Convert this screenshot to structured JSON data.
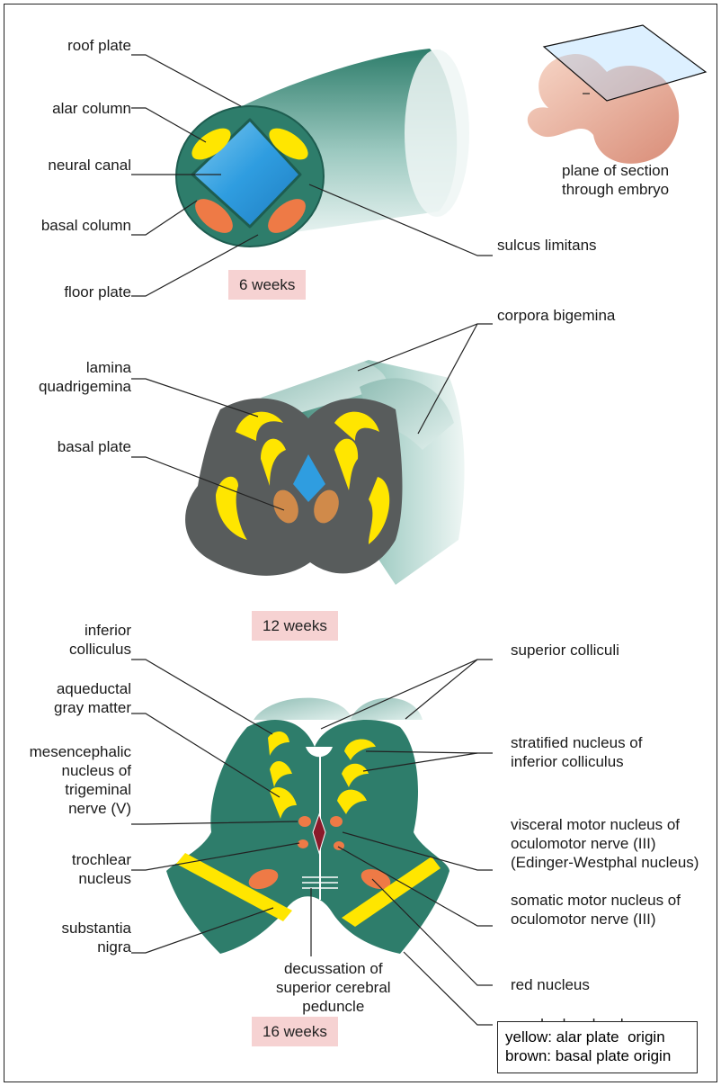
{
  "figure": {
    "stage1": {
      "stage_label": "6 weeks",
      "labels": {
        "roof_plate": "roof plate",
        "alar_column": "alar column",
        "neural_canal": "neural canal",
        "basal_column": "basal column",
        "floor_plate": "floor plate",
        "sulcus_limitans": "sulcus limitans",
        "plane_of_section": "plane of section\nthrough embryo"
      }
    },
    "stage2": {
      "stage_label": "12 weeks",
      "labels": {
        "corpora_bigemina": "corpora bigemina",
        "lamina_quadrigemina": "lamina\nquadrigemina",
        "basal_plate": "basal plate"
      }
    },
    "stage3": {
      "stage_label": "16 weeks",
      "labels": {
        "inferior_colliculus": "inferior\ncolliculus",
        "superior_colliculi": "superior colliculi",
        "aqueductal_gray_matter": "aqueductal\ngray matter",
        "stratified_nucleus": "stratified nucleus of\ninferior colliculus",
        "mesencephalic_nucleus": "mesencephalic\nnucleus of\ntrigeminal\nnerve (V)",
        "visceral_motor_nucleus": "visceral motor nucleus of\noculomotor nerve (III)\n(Edinger-Westphal nucleus)",
        "trochlear_nucleus": "trochlear\nnucleus",
        "somatic_motor_nucleus": "somatic motor nucleus of\noculomotor nerve (III)",
        "substantia_nigra": "substantia\nnigra",
        "decussation": "decussation of\nsuperior cerebral\npeduncle",
        "red_nucleus": "red nucleus",
        "cerebral_peduncle": "cerebral peduncle"
      }
    },
    "legend": {
      "yellow": "yellow: alar plate  origin",
      "brown": "brown: basal plate origin"
    },
    "colors": {
      "tissue_green": "#2e7d6b",
      "gray_matter": "#585c5c",
      "alar_yellow": "#ffe600",
      "basal_orange": "#ee7a46",
      "canal_blue": "#2f9de0",
      "tube_light": "#d8ecea",
      "stage_badge": "#f6d2d2"
    }
  }
}
